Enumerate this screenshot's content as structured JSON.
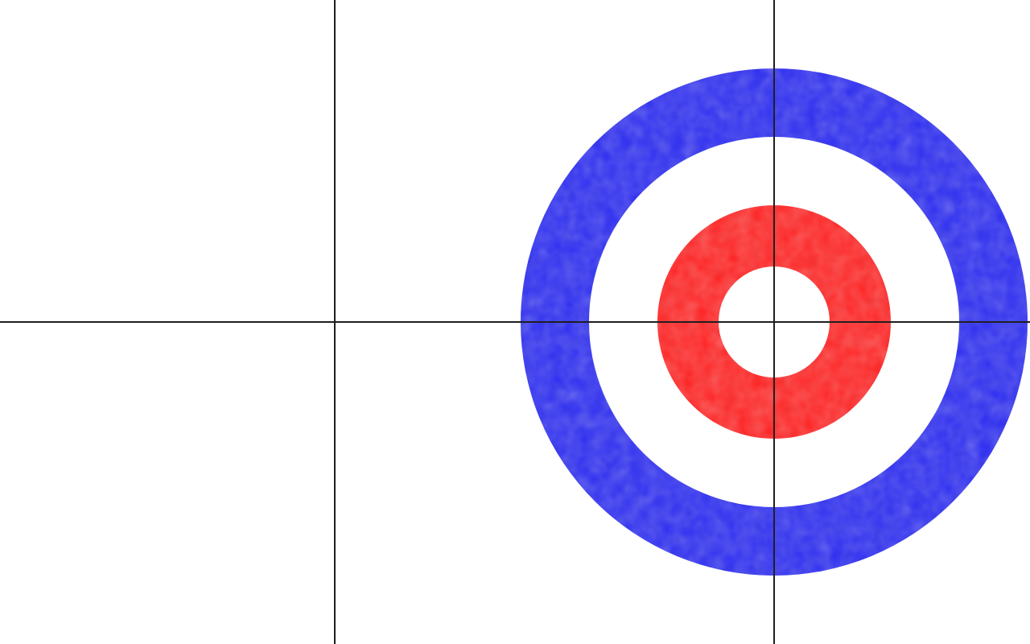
{
  "diagram": {
    "kind": "curling-house",
    "colors": {
      "background": "#ffffff",
      "outer_ring": "#2f2ff2",
      "middle_space": "#ffffff",
      "inner_ring": "#ff2424",
      "button": "#ffffff",
      "line": "#1f1f1f"
    },
    "rings": [
      {
        "name": "twelve-foot",
        "color_key": "outer_ring"
      },
      {
        "name": "eight-foot",
        "color_key": "middle_space"
      },
      {
        "name": "four-foot",
        "color_key": "inner_ring"
      },
      {
        "name": "button",
        "color_key": "button"
      }
    ],
    "lines": [
      {
        "name": "center-line",
        "orientation": "horizontal"
      },
      {
        "name": "hog-line",
        "orientation": "vertical"
      },
      {
        "name": "tee-line",
        "orientation": "vertical"
      }
    ]
  }
}
